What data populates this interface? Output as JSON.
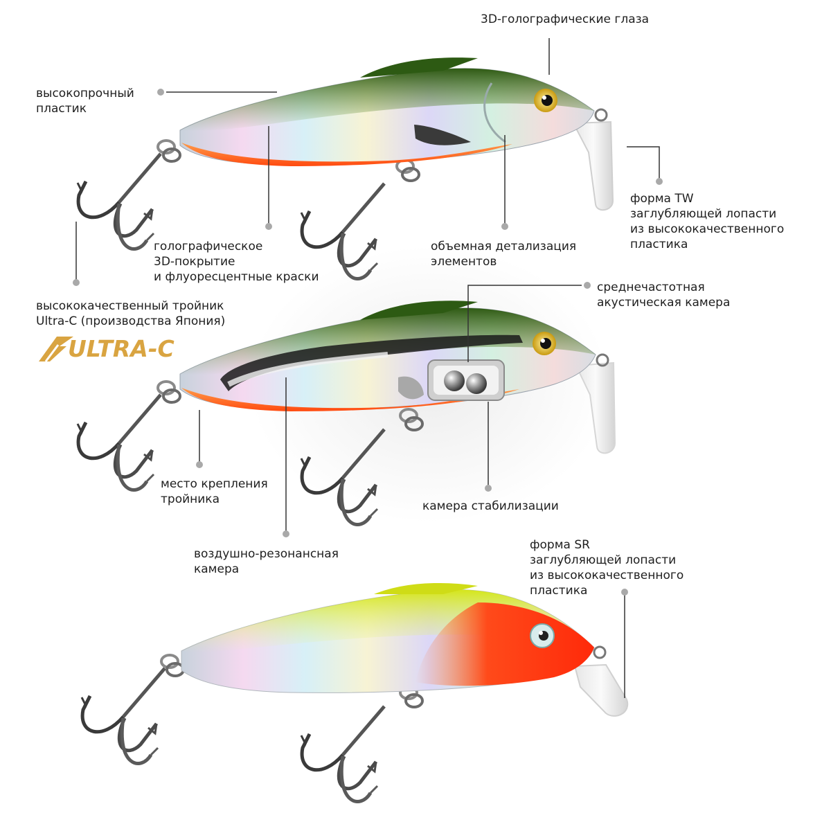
{
  "labels": {
    "eyes": [
      "3D-голографические глаза"
    ],
    "plastic": [
      "высокопрочный",
      "пластик"
    ],
    "tw_lip": [
      "форма TW",
      "заглубляющей лопасти",
      "из высококачественного",
      "пластика"
    ],
    "coating": [
      "голографическое",
      "3D-покрытие",
      "и флуоресцентные краски"
    ],
    "detail": [
      "объемная детализация",
      "элементов"
    ],
    "hook": [
      "высококачественный тройник",
      "Ultra-C (производства Япония)"
    ],
    "acoustic": [
      "среднечастотная",
      "акустическая камера"
    ],
    "hook_mount": [
      "место крепления",
      "тройника"
    ],
    "stabilization": [
      "камера стабилизации"
    ],
    "air_chamber": [
      "воздушно-резонансная",
      "камера"
    ],
    "sr_lip": [
      "форма SR",
      "заглубляющей лопасти",
      "из высококачественного",
      "пластика"
    ]
  },
  "logo": {
    "text": "ULTRA-C",
    "color": "#d9a441"
  },
  "colors": {
    "leader_line": "#333333",
    "leader_dot": "#a9a9a9",
    "lure_back_green": "#3f6b22",
    "lure_belly_orange": "#ff6a1a",
    "lure_head_red": "#ff3010",
    "lure_back_chartreuse": "#d7e81c",
    "holographic_silver": "#cfd6e0",
    "eye_gold": "#e8c21a"
  }
}
